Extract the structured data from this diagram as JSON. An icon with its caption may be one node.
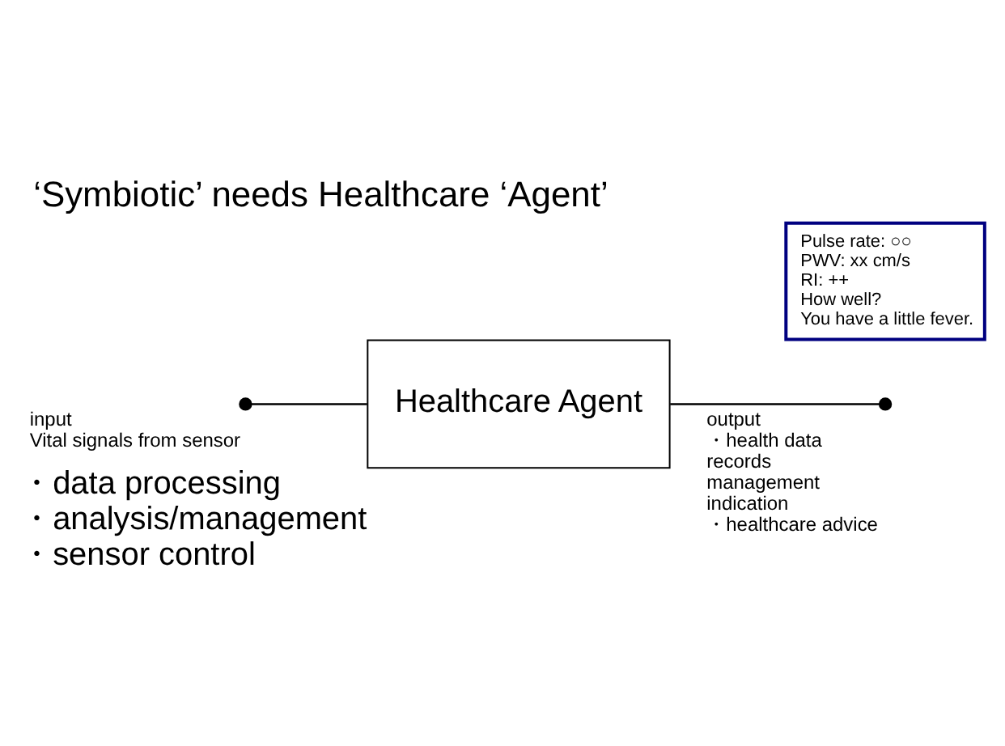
{
  "diagram": {
    "title": "‘Symbiotic’ needs Healthcare ‘Agent’",
    "nodes": [
      {
        "text": [],
        "shape": "circle",
        "beside": [
          "input",
          "Vital signals from sensor"
        ]
      },
      {
        "text": [
          "Healthcare Agent"
        ],
        "beside": [
          "・data processing",
          "・analysis/management",
          "・sensor control"
        ]
      },
      {
        "text": [],
        "shape": "circle",
        "beside": [
          "output",
          "・health data records management indication",
          "・healthcare advice"
        ]
      },
      {
        "text": [
          "Pulse rate: ○○",
          "PWV: xx cm/s",
          "RI: ++",
          "How well?",
          "You have a little fever."
        ]
      }
    ],
    "edges": [
      {
        "from": 0,
        "to": 1,
        "arrow": "none"
      },
      {
        "from": 1,
        "to": 2,
        "arrow": "none"
      }
    ]
  }
}
